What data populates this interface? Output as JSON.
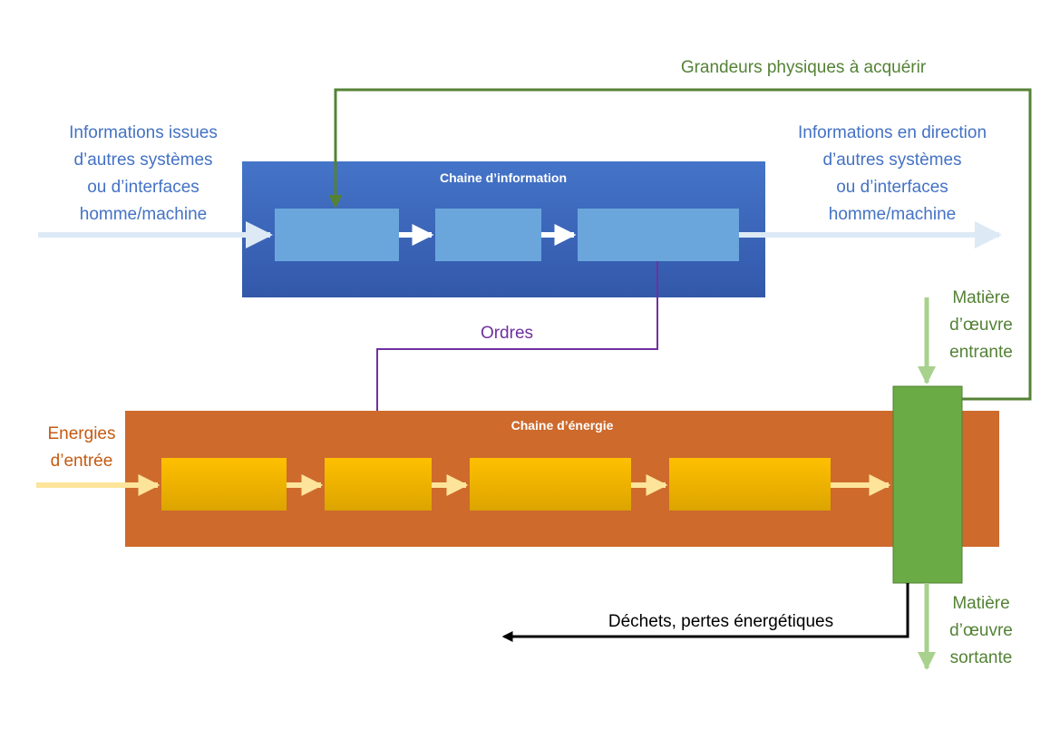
{
  "labels": {
    "grandeurs": "Grandeurs physiques à acquérir",
    "info_in": [
      "Informations issues",
      "d’autres systèmes",
      "ou d’interfaces",
      "homme/machine"
    ],
    "info_out": [
      "Informations en direction",
      "d’autres systèmes",
      "ou d’interfaces",
      "homme/machine"
    ],
    "chaine_information": "Chaine d’information",
    "ordres": "Ordres",
    "matiere_entrante": [
      "Matière",
      "d’œuvre",
      "entrante"
    ],
    "energies": [
      "Energies",
      "d’entrée"
    ],
    "chaine_energie": "Chaine d’énergie",
    "dechets": "Déchets, pertes énergétiques",
    "matiere_sortante": [
      "Matière",
      "d’œuvre",
      "sortante"
    ]
  },
  "colors": {
    "info_chain": "#3a62b5",
    "info_block": "#6aa6dc",
    "info_arrow": "#ddeaf6",
    "energy_chain": "#cd6a2c",
    "energy_block": "#f2b400",
    "energy_arrow": "#fde49a",
    "matter_block": "#6aab45",
    "matter_arrow": "#a8d18d",
    "feedback": "#548235",
    "orders": "#7030a0",
    "waste": "#000000"
  }
}
